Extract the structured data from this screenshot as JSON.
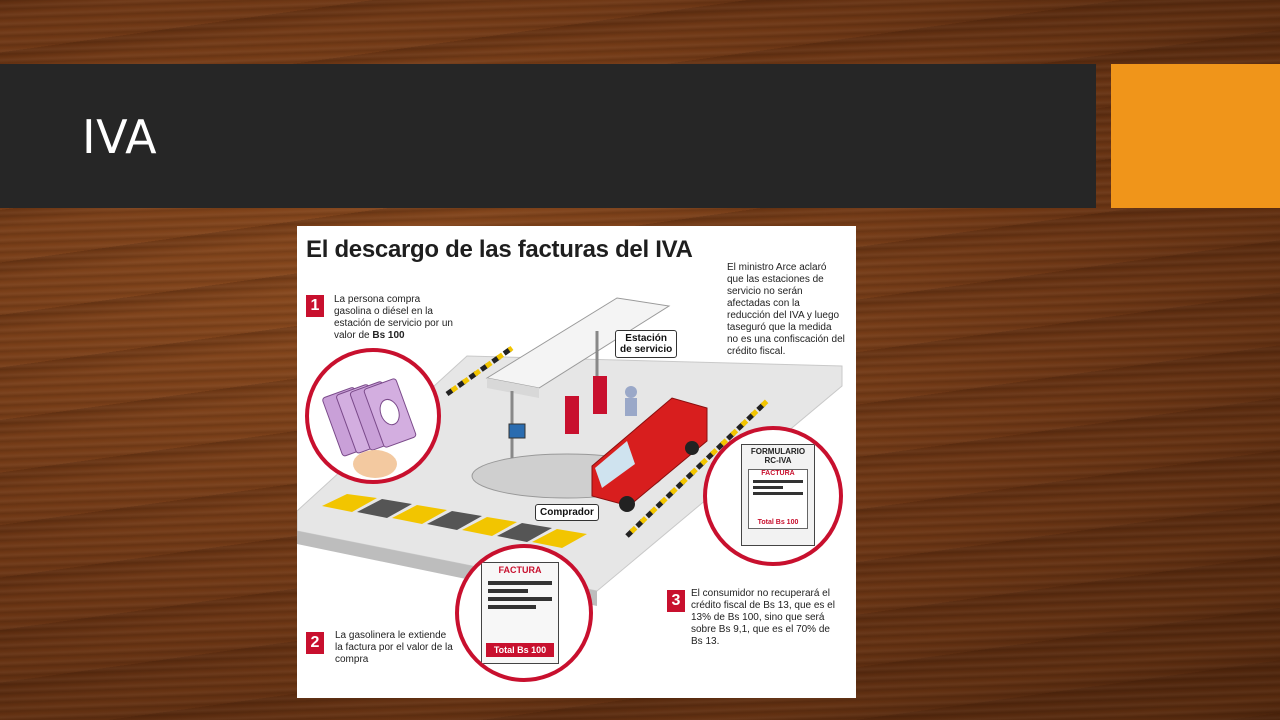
{
  "slide": {
    "title": "IVA"
  },
  "infographic": {
    "title": "El descargo de las facturas del IVA",
    "side_note": "El ministro Arce aclaró que las estaciones de servicio no serán afectadas con la reducción del IVA y luego taseguró que la medida no es una confiscación del crédito fiscal.",
    "station_label_line1": "Estación",
    "station_label_line2": "de servicio",
    "buyer_label": "Comprador",
    "steps": [
      {
        "number": "1",
        "text_before": "La persona compra gasolina o diésel en la estación de servicio por un valor de ",
        "text_bold": "Bs 100"
      },
      {
        "number": "2",
        "text_before": "La gasolinera le extiende la factura por el valor de la compra",
        "text_bold": ""
      },
      {
        "number": "3",
        "text_before": "El consumidor no recuperará el crédito fiscal de Bs 13, que es el 13% de Bs 100, sino que será sobre Bs 9,1, que es el 70% de Bs 13.",
        "text_bold": ""
      }
    ],
    "invoice": {
      "header": "FACTURA",
      "total": "Total Bs 100"
    },
    "form": {
      "header_line1": "FORMULARIO",
      "header_line2": "RC-IVA",
      "inner_header": "FACTURA",
      "total": "Total Bs 100"
    }
  },
  "colors": {
    "title_bar": "#262626",
    "accent": "#f0951a",
    "infographic_red": "#c8102e"
  }
}
